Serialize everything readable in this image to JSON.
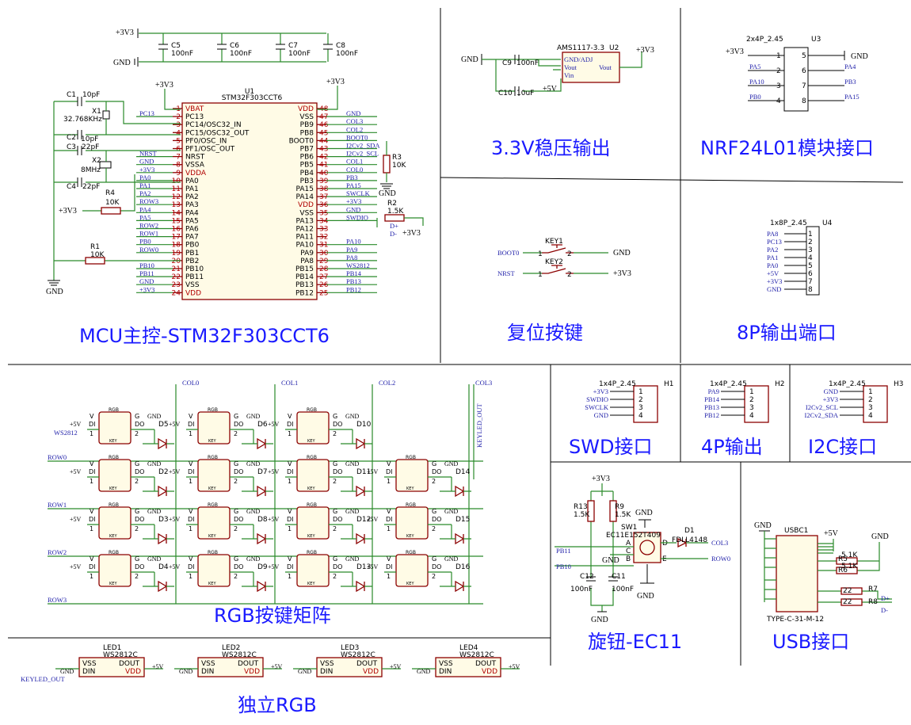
{
  "sections": {
    "mcu": "MCU主控-STM32F303CCT6",
    "ldo": "3.3V稳压输出",
    "nrf": "NRF24L01模块接口",
    "reset": "复位按键",
    "out8": "8P输出端口",
    "swd": "SWD接口",
    "out4": "4P输出",
    "i2c": "I2C接口",
    "matrix": "RGB按键矩阵",
    "ec11": "旋钮-EC11",
    "usb": "USB接口",
    "rgb": "独立RGB"
  },
  "power": {
    "v33": "+3V3",
    "v5": "+5V",
    "gnd": "GND"
  },
  "decoupling": [
    {
      "ref": "C5",
      "val": "100nF"
    },
    {
      "ref": "C6",
      "val": "100nF"
    },
    {
      "ref": "C7",
      "val": "100nF"
    },
    {
      "ref": "C8",
      "val": "100nF"
    }
  ],
  "mcu": {
    "ref": "U1",
    "part": "STM32F303CCT6",
    "left_pins": [
      {
        "n": "1",
        "name": "VBAT",
        "red": true
      },
      {
        "n": "2",
        "name": "PC13"
      },
      {
        "n": "3",
        "name": "PC14/OSC32_IN"
      },
      {
        "n": "4",
        "name": "PC15/OSC32_OUT"
      },
      {
        "n": "5",
        "name": "PF0/OSC_IN"
      },
      {
        "n": "6",
        "name": "PF1/OSC_OUT"
      },
      {
        "n": "7",
        "name": "NRST"
      },
      {
        "n": "8",
        "name": "VSSA"
      },
      {
        "n": "9",
        "name": "VDDA",
        "red": true
      },
      {
        "n": "10",
        "name": "PA0"
      },
      {
        "n": "11",
        "name": "PA1"
      },
      {
        "n": "12",
        "name": "PA2"
      },
      {
        "n": "13",
        "name": "PA3"
      },
      {
        "n": "14",
        "name": "PA4"
      },
      {
        "n": "15",
        "name": "PA5"
      },
      {
        "n": "16",
        "name": "PA6"
      },
      {
        "n": "17",
        "name": "PA7"
      },
      {
        "n": "18",
        "name": "PB0"
      },
      {
        "n": "19",
        "name": "PB1"
      },
      {
        "n": "20",
        "name": "PB2"
      },
      {
        "n": "21",
        "name": "PB10"
      },
      {
        "n": "22",
        "name": "PB11"
      },
      {
        "n": "23",
        "name": "VSS"
      },
      {
        "n": "24",
        "name": "VDD",
        "red": true
      }
    ],
    "right_pins": [
      {
        "n": "48",
        "name": "VDD",
        "red": true
      },
      {
        "n": "47",
        "name": "VSS"
      },
      {
        "n": "46",
        "name": "PB9"
      },
      {
        "n": "45",
        "name": "PB8"
      },
      {
        "n": "44",
        "name": "BOOT0"
      },
      {
        "n": "43",
        "name": "PB7"
      },
      {
        "n": "42",
        "name": "PB6"
      },
      {
        "n": "41",
        "name": "PB5"
      },
      {
        "n": "40",
        "name": "PB4"
      },
      {
        "n": "39",
        "name": "PB3"
      },
      {
        "n": "38",
        "name": "PA15"
      },
      {
        "n": "37",
        "name": "PA14"
      },
      {
        "n": "36",
        "name": "VDD",
        "red": true
      },
      {
        "n": "35",
        "name": "VSS"
      },
      {
        "n": "34",
        "name": "PA13"
      },
      {
        "n": "33",
        "name": "PA12"
      },
      {
        "n": "32",
        "name": "PA11"
      },
      {
        "n": "31",
        "name": "PA10"
      },
      {
        "n": "30",
        "name": "PA9"
      },
      {
        "n": "29",
        "name": "PA8"
      },
      {
        "n": "28",
        "name": "PB15"
      },
      {
        "n": "27",
        "name": "PB14"
      },
      {
        "n": "26",
        "name": "PB13"
      },
      {
        "n": "25",
        "name": "PB12"
      }
    ],
    "left_nets": [
      "",
      "PC13",
      "",
      "",
      "",
      "",
      "NRST",
      "GND",
      "+3V3",
      "PA0",
      "PA1",
      "PA2",
      "ROW3",
      "PA4",
      "PA5",
      "ROW2",
      "ROW1",
      "PB0",
      "ROW0",
      "",
      "PB10",
      "PB11",
      "GND",
      "+3V3"
    ],
    "right_nets": [
      "",
      "GND",
      "COL3",
      "COL2",
      "BOOT0",
      "I2Cv2_SDA",
      "I2Cv2_SCL",
      "COL1",
      "COL0",
      "PB3",
      "PA15",
      "SWCLK",
      "+3V3",
      "GND",
      "SWDIO",
      "",
      "",
      "PA10",
      "PA9",
      "PA8",
      "WS2812",
      "PB14",
      "PB13",
      "PB12"
    ]
  },
  "mcu_parts": {
    "c1": "C1",
    "c1v": "10pF",
    "x1": "X1",
    "x1v": "32.768KHz",
    "c2": "C2",
    "c2v": "10pF",
    "c3": "C3",
    "c3v": "22pF",
    "x2": "X2",
    "x2v": "8MHz",
    "c4": "C4",
    "c4v": "22pF",
    "r4": "R4",
    "r4v": "10K",
    "r1": "R1",
    "r1v": "10K",
    "r3": "R3",
    "r3v": "10K",
    "r2": "R2",
    "r2v": "1.5K",
    "dp": "D+",
    "dm": "D-"
  },
  "ldo": {
    "ref": "U2",
    "part": "AMS1117-3.3",
    "p1": "GND/ADJ",
    "p2": "Vout",
    "p3": "Vin",
    "p4": "Vout",
    "c9": "C9",
    "c9v": "100nF",
    "c10": "C10",
    "c10v": "10uF"
  },
  "nrf": {
    "ref": "U3",
    "part": "2x4P_2.45",
    "left": [
      {
        "n": "1",
        "net": "+3V3"
      },
      {
        "n": "2",
        "net": "PA5"
      },
      {
        "n": "3",
        "net": "PA10"
      },
      {
        "n": "4",
        "net": "PB0"
      }
    ],
    "right": [
      {
        "n": "5",
        "net": "GND"
      },
      {
        "n": "6",
        "net": "PA4"
      },
      {
        "n": "7",
        "net": "PB3"
      },
      {
        "n": "8",
        "net": "PA15"
      }
    ]
  },
  "keys": [
    {
      "ref": "KEY1",
      "net": "BOOT0",
      "to": "GND"
    },
    {
      "ref": "KEY2",
      "net": "NRST",
      "to": "+3V3"
    }
  ],
  "u4": {
    "ref": "U4",
    "part": "1x8P_2.45",
    "nets": [
      "PA8",
      "PC13",
      "PA2",
      "PA1",
      "PA0",
      "+5V",
      "+3V3",
      "GND"
    ]
  },
  "h1": {
    "ref": "H1",
    "part": "1x4P_2.45",
    "nets": [
      "+3V3",
      "SWDIO",
      "SWCLK",
      "GND"
    ]
  },
  "h2": {
    "ref": "H2",
    "part": "1x4P_2.45",
    "nets": [
      "PA9",
      "PB14",
      "PB13",
      "PB12"
    ]
  },
  "h3": {
    "ref": "H3",
    "part": "1x4P_2.45",
    "nets": [
      "GND",
      "+3V3",
      "I2Cv2_SCL",
      "I2Cv2_SDA"
    ]
  },
  "matrix": {
    "cols": [
      "COL0",
      "COL1",
      "COL2",
      "COL3"
    ],
    "rows": [
      "ROW0",
      "ROW1",
      "ROW2",
      "ROW3"
    ],
    "diodes": [
      "D5",
      "D6",
      "D10",
      "D2",
      "D7",
      "D11",
      "D14",
      "D3",
      "D8",
      "D12",
      "D15",
      "D4",
      "D9",
      "D13",
      "D16"
    ],
    "ws": "WS2812",
    "keyled": "KEYLED_OUT",
    "rgb": "RGB",
    "key": "KEY",
    "v": "V",
    "g": "G",
    "di": "DI",
    "do": "DO"
  },
  "ec11": {
    "r13": "R13",
    "r13v": "1.5K",
    "r9": "R9",
    "r9v": "1.5K",
    "sw": "SW1",
    "part": "EC11E152T409",
    "d1": "D1",
    "d1v": "FDLL4148",
    "col": "COL3",
    "row": "ROW0",
    "pb11": "PB11",
    "pb10": "PB10",
    "c12": "C12",
    "c12v": "100nF",
    "c11": "C11",
    "c11v": "100nF",
    "a": "A",
    "b": "B",
    "c": "C",
    "d": "D",
    "e": "E"
  },
  "usb": {
    "ref": "USBC1",
    "part": "TYPE-C-31-M-12",
    "r5": "R5",
    "r5v": "5.1K",
    "r6": "R6",
    "r6v": "5.1K",
    "r7": "R7",
    "r7v": "22",
    "r8": "R8",
    "r8v": "22"
  },
  "leds": [
    {
      "ref": "LED1",
      "part": "WS2812C"
    },
    {
      "ref": "LED2",
      "part": "WS2812C"
    },
    {
      "ref": "LED3",
      "part": "WS2812C"
    },
    {
      "ref": "LED4",
      "part": "WS2812C"
    }
  ],
  "led_pins": {
    "vss": "VSS",
    "din": "DIN",
    "dout": "DOUT",
    "vdd": "VDD",
    "in": "KEYLED_OUT"
  }
}
